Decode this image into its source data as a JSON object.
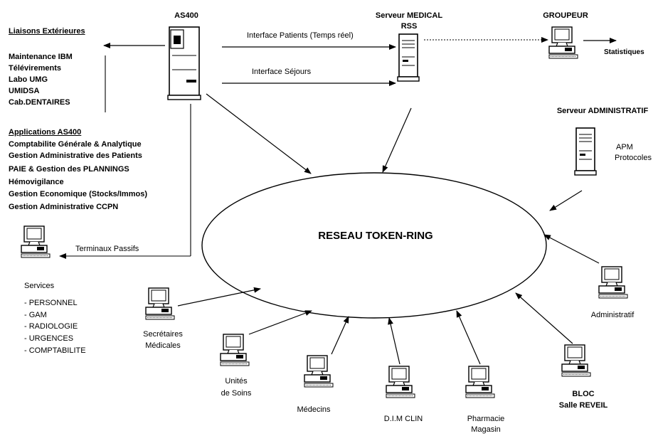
{
  "nodes": {
    "as400": "AS400",
    "medical_server": "Serveur MEDICAL",
    "rss": "RSS",
    "groupeur": "GROUPEUR",
    "statistiques": "Statistiques",
    "admin_server": "Serveur ADMINISTRATIF",
    "apm": "APM",
    "protocoles": "Protocoles",
    "network": "RESEAU TOKEN-RING"
  },
  "links": {
    "interface_patients": "Interface Patients (Temps réel)",
    "interface_sejours": "Interface Séjours",
    "terminaux_passifs": "Terminaux Passifs"
  },
  "liaisons": {
    "heading": "Liaisons Extérieures",
    "items": [
      "Maintenance IBM",
      "Télévirements",
      "Labo UMG",
      "UMIDSA",
      "Cab.DENTAIRES"
    ]
  },
  "applications": {
    "heading": "Applications AS400",
    "items": [
      "Comptabilite Générale & Analytique",
      "Gestion Administrative des Patients",
      "PAIE  &  Gestion des PLANNINGS",
      "Hémovigilance",
      "Gestion Economique (Stocks/Immos)",
      "Gestion Administrative CCPN"
    ]
  },
  "services": {
    "heading": "Services",
    "items": [
      "- PERSONNEL",
      "- GAM",
      "- RADIOLOGIE",
      "- URGENCES",
      "- COMPTABILITE"
    ]
  },
  "stations": {
    "secretaires_1": "Secrétaires",
    "secretaires_2": "Médicales",
    "unites_1": "Unités",
    "unites_2": "de Soins",
    "medecins": "Médecins",
    "dim": "D.I.M  CLIN",
    "pharmacie_1": "Pharmacie",
    "pharmacie_2": "Magasin",
    "bloc_1": "BLOC",
    "bloc_2": "Salle REVEIL",
    "administratif": "Administratif"
  }
}
